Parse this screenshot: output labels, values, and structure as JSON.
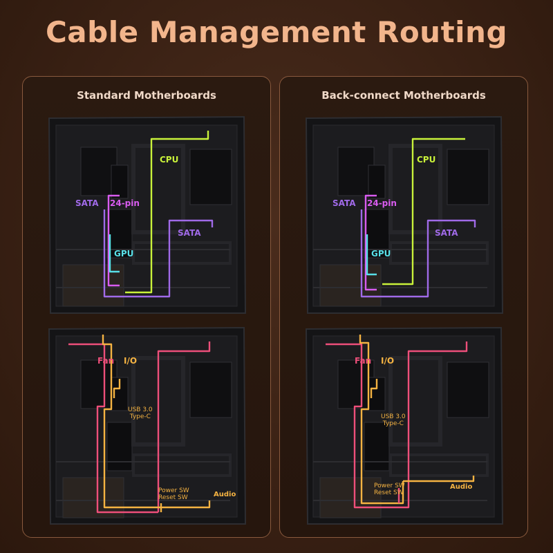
{
  "title": "Cable Management Routing",
  "colors": {
    "cpu": "#c9f23a",
    "sata": "#a06ae8",
    "pin24": "#d95cf0",
    "gpu": "#58e0e8",
    "fan": "#ee4f7a",
    "io": "#f5b342",
    "case": "#141416",
    "panel_border": "#8a5a3e",
    "title": "#f2b58c"
  },
  "panels": [
    {
      "title": "Standard Motherboards",
      "power_labels": {
        "cpu": "CPU",
        "sata_left": "SATA",
        "pin24": "24-pin",
        "gpu": "GPU",
        "sata_right": "SATA"
      },
      "io_labels": {
        "fan": "Fan",
        "io": "I/O",
        "usb": "USB 3.0",
        "typec": "Type-C",
        "power_sw": "Power SW",
        "reset_sw": "Reset SW",
        "audio": "Audio"
      }
    },
    {
      "title": "Back-connect Motherboards",
      "power_labels": {
        "cpu": "CPU",
        "sata_left": "SATA",
        "pin24": "24-pin",
        "gpu": "GPU",
        "sata_right": "SATA"
      },
      "io_labels": {
        "fan": "Fan",
        "io": "I/O",
        "usb": "USB 3.0",
        "typec": "Type-C",
        "power_sw": "Power SW",
        "reset_sw": "Reset SW",
        "audio": "Audio"
      }
    }
  ]
}
